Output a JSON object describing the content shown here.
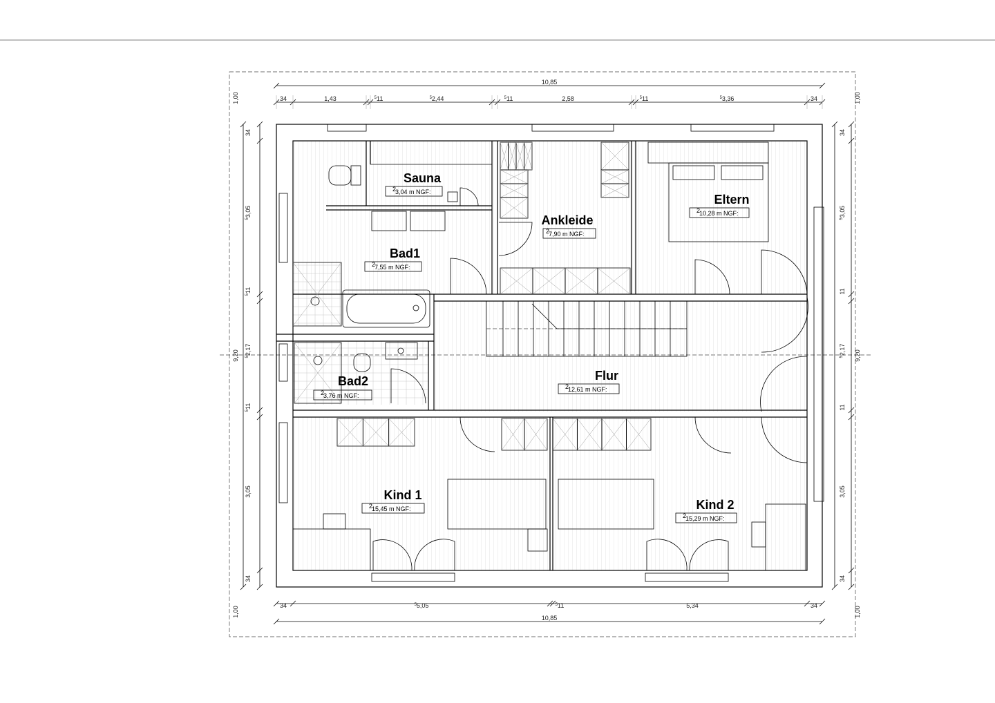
{
  "rooms": {
    "sauna": {
      "name": "Sauna",
      "area": "3,04 m NGF:"
    },
    "ankleide": {
      "name": "Ankleide",
      "area": "7,90 m NGF:"
    },
    "eltern": {
      "name": "Eltern",
      "area": "10,28 m NGF:"
    },
    "bad1": {
      "name": "Bad1",
      "area": "7,55 m NGF:"
    },
    "bad2": {
      "name": "Bad2",
      "area": "3,76 m NGF:"
    },
    "flur": {
      "name": "Flur",
      "area": "12,61 m NGF:"
    },
    "kind1": {
      "name": "Kind 1",
      "area": "15,45 m NGF:"
    },
    "kind2": {
      "name": "Kind 2",
      "area": "15,29 m NGF:"
    }
  },
  "area_sup": "2",
  "dimensions": {
    "top_total": "10,85",
    "top_chain": [
      "34",
      "1,43",
      "11",
      "2,44",
      "11",
      "2,58",
      "11",
      "3,36",
      "34"
    ],
    "top_chain_sup": [
      "",
      "",
      "5",
      "5",
      "5",
      "",
      "5",
      "5",
      ""
    ],
    "top_offset": "1,00",
    "bottom_total": "10,85",
    "bottom_chain": [
      "34",
      "5,05",
      "11",
      "5,34",
      "34"
    ],
    "bottom_chain_sup": [
      "",
      "5",
      "5",
      "",
      ""
    ],
    "bottom_offset": "1,00",
    "left_chain": [
      "34",
      "3,05",
      "11",
      "2,17",
      "11",
      "3,05",
      "34"
    ],
    "left_chain_sup": [
      "",
      "5",
      "5",
      "5",
      "5",
      "",
      ""
    ],
    "left_total": "9,20",
    "right_chain": [
      "34",
      "3,05",
      "11",
      "2,17",
      "11",
      "3,05",
      "34"
    ],
    "right_chain_sup": [
      "",
      "5",
      "",
      "5",
      "",
      "",
      ""
    ],
    "right_total": "9,20"
  }
}
